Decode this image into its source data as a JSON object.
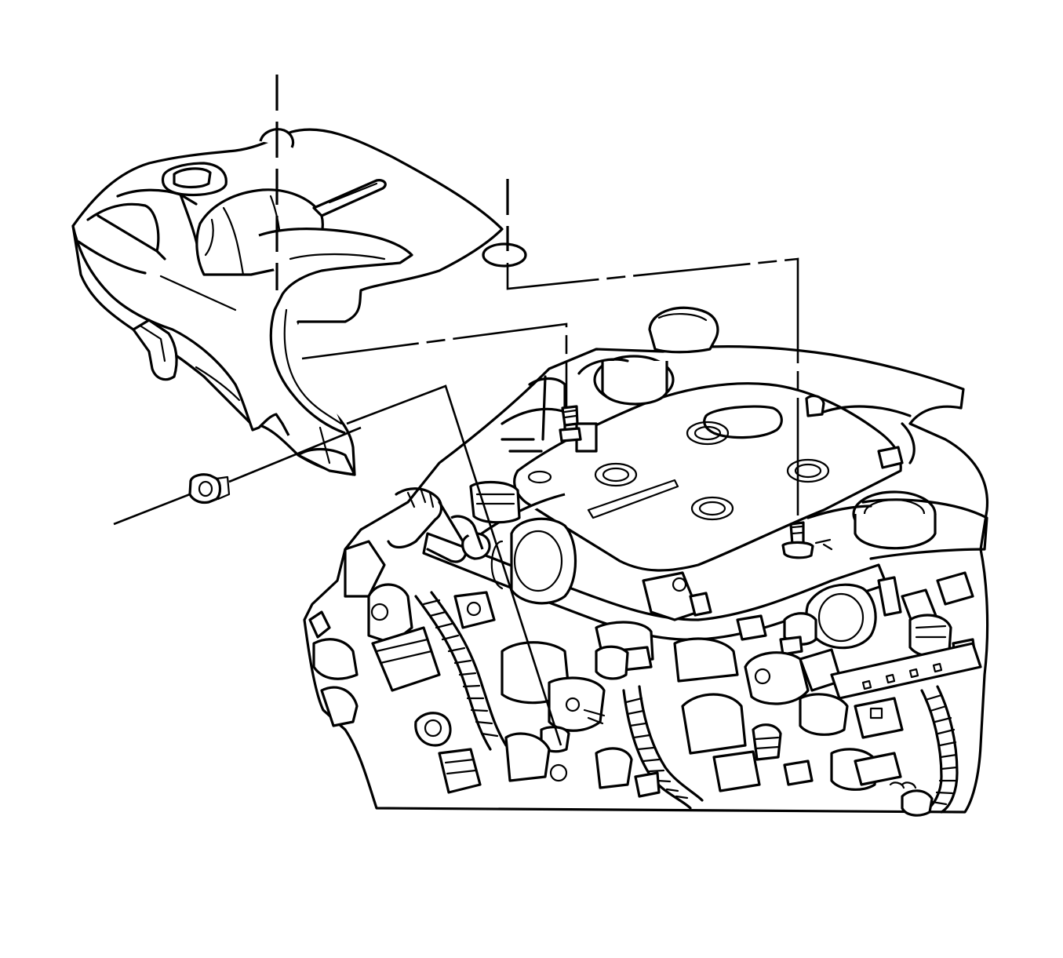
{
  "diagram": {
    "kind": "exploded-view line illustration",
    "stroke_color": "#000000",
    "background_color": "#ffffff",
    "parts": [
      {
        "id": "engine-cover",
        "icon": "engine-cover-shape"
      },
      {
        "id": "cover-nut",
        "icon": "hex-nut-shape"
      },
      {
        "id": "mounting-stud-left",
        "icon": "stud-shape"
      },
      {
        "id": "mounting-stud-right",
        "icon": "stud-shape"
      },
      {
        "id": "engine-assembly",
        "icon": "engine-block-shape"
      }
    ]
  }
}
